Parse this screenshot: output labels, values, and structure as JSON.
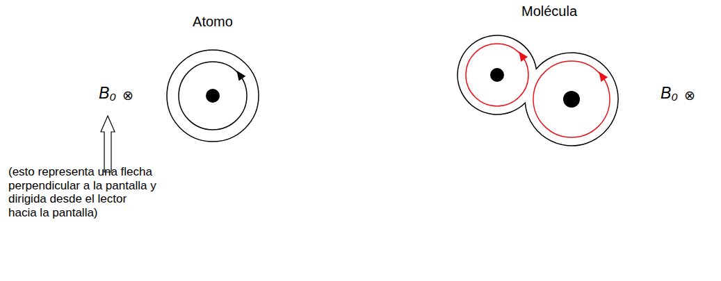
{
  "diagram": {
    "nodes": [
      {
        "text": [
          "Atomo"
        ]
      },
      {
        "text": [
          "Molécula"
        ]
      }
    ],
    "labels": [
      "B₀",
      "⊗",
      "(esto representa una flecha perpendicular a la pantalla y dirigida desde el lector hacia la pantalla)",
      "B₀",
      "⊗"
    ]
  }
}
